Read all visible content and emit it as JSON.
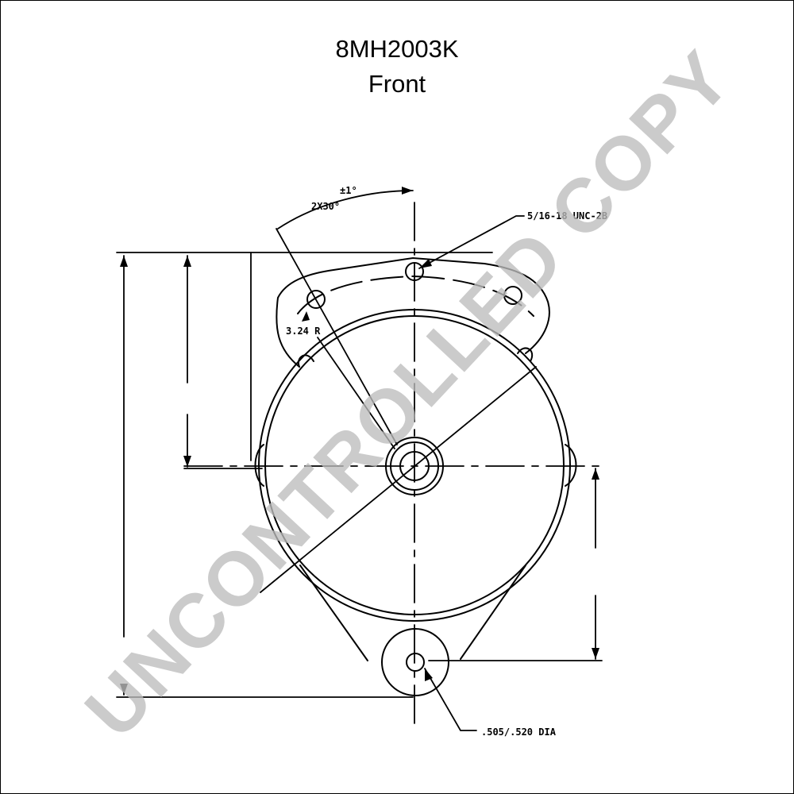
{
  "drawing": {
    "part_number": "8MH2003K",
    "view": "Front"
  },
  "annotations": {
    "thread": "5/16-18 UNC-2B",
    "angle_tolerance": "±1°",
    "angle": "2X30°",
    "radius": "3.24 R",
    "hole_dia": ".505/.520 DIA"
  },
  "watermark": {
    "text": "UNCONTROLLED COPY",
    "color": "#bdbdbd"
  },
  "colors": {
    "line": "#000000",
    "background": "#ffffff"
  }
}
